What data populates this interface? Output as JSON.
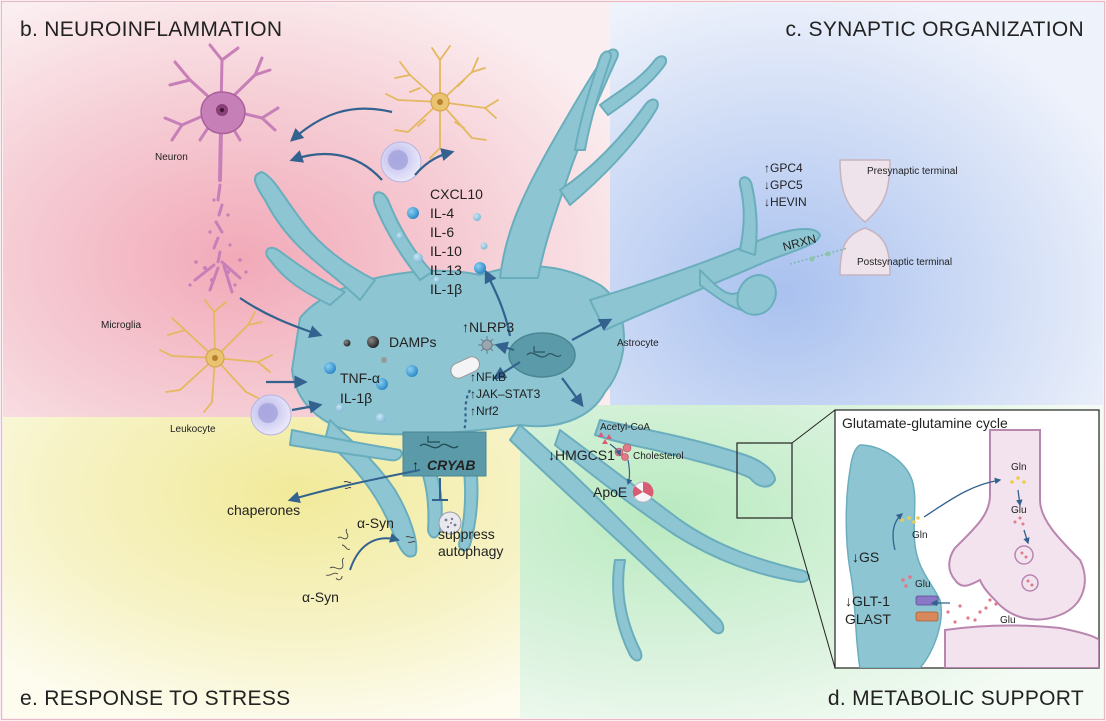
{
  "sections": {
    "neuroinflammation": "b. NEUROINFLAMMATION",
    "synaptic": "c. SYNAPTIC ORGANIZATION",
    "stress": "e. RESPONSE TO STRESS",
    "metabolic": "d. METABOLIC SUPPORT"
  },
  "cells": {
    "neuron": "Neuron",
    "microglia": "Microglia",
    "leukocyte": "Leukocyte",
    "astrocyte": "Astrocyte"
  },
  "cytokines": [
    "CXCL10",
    "IL-4",
    "IL-6",
    "IL-10",
    "IL-13",
    "IL-1β"
  ],
  "inflammation": {
    "nlrp3": "↑NLRP3",
    "damps": "DAMPs",
    "tnf": "TNF-α",
    "il1b": "IL-1β",
    "nfkb": "↑NFκB",
    "jak": "↑JAK–STAT3",
    "nrf2": "↑Nrf2"
  },
  "synapse": {
    "gpc4": "↑GPC4",
    "gpc5": "↓GPC5",
    "hevin": "↓HEVIN",
    "nrxn": "NRXN",
    "pre": "Presynaptic terminal",
    "post": "Postsynaptic terminal"
  },
  "stress": {
    "cryab_arrow": "↑",
    "cryab": "CRYAB",
    "chaperones": "chaperones",
    "asyn": "α-Syn",
    "asyn2": "α-Syn",
    "suppress": "suppress",
    "autophagy": "autophagy"
  },
  "metabolic": {
    "acetyl": "Acetyl-CoA",
    "hmgcs1": "↓HMGCS1",
    "cholesterol": "Cholesterol",
    "apoe": "ApoE"
  },
  "inset": {
    "title": "Glutamate-glutamine cycle",
    "gs": "↓GS",
    "gln1": "Gln",
    "gln2": "Gln",
    "glu1": "Glu",
    "glu2": "Glu",
    "glu3": "Glu",
    "glt1": "↓GLT-1",
    "glast": "GLAST"
  },
  "colors": {
    "astrocyte": "#8ec5d2",
    "astrocyte_stroke": "#6aaebd",
    "neuron": "#c77fb8",
    "microglia": "#e9c36f",
    "arrow": "#33628f",
    "pink_bg": "#f3c5cf",
    "blue_bg": "#c9d8f5",
    "yellow_bg": "#f5f1b8",
    "green_bg": "#cfeed2"
  }
}
